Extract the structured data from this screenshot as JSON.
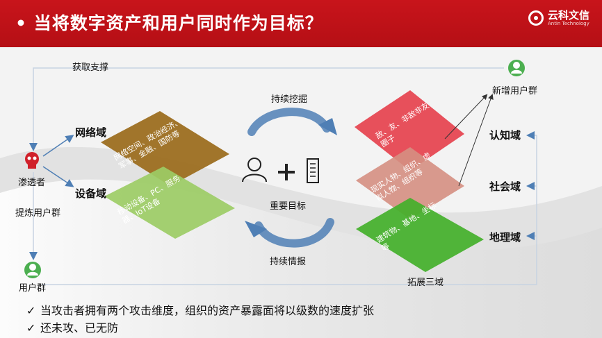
{
  "header": {
    "title": "当将数字资产和用户同时作为目标？",
    "logo_text": "云科文信",
    "logo_sub": "Antin Technology"
  },
  "flow": {
    "support": "获取支撑",
    "infiltrator": "渗透者",
    "refine": "提炼用户群",
    "user_group": "用户群",
    "new_users": "新增用户群",
    "network_domain": "网络域",
    "device_domain": "设备域",
    "mine": "持续挖掘",
    "intel": "持续情报",
    "key_target": "重要目标",
    "cognitive_domain": "认知域",
    "social_domain": "社会域",
    "geo_domain": "地理域",
    "expand": "拓展三域"
  },
  "cards": {
    "network": "网络空间、政治经济、军事、金融、国防等",
    "device": "移动设备、PC、服务器、IoT设备",
    "cognitive": "敌、友、非敌非友圈子",
    "social": "现实人物、组织、虚拟人物、组织等",
    "geo": "建筑物、基地、坐标等"
  },
  "bullets": [
    "当攻击者拥有两个攻击维度，组织的资产暴露面将以级数的速度扩张",
    "还未攻、已无防"
  ],
  "colors": {
    "header": "#c0141b",
    "network": "#9a6a1a",
    "device": "#9ccc65",
    "cognitive": "#e53945",
    "social": "#d58f82",
    "geo": "#43b02a",
    "arrow": "#4f7fb5"
  }
}
